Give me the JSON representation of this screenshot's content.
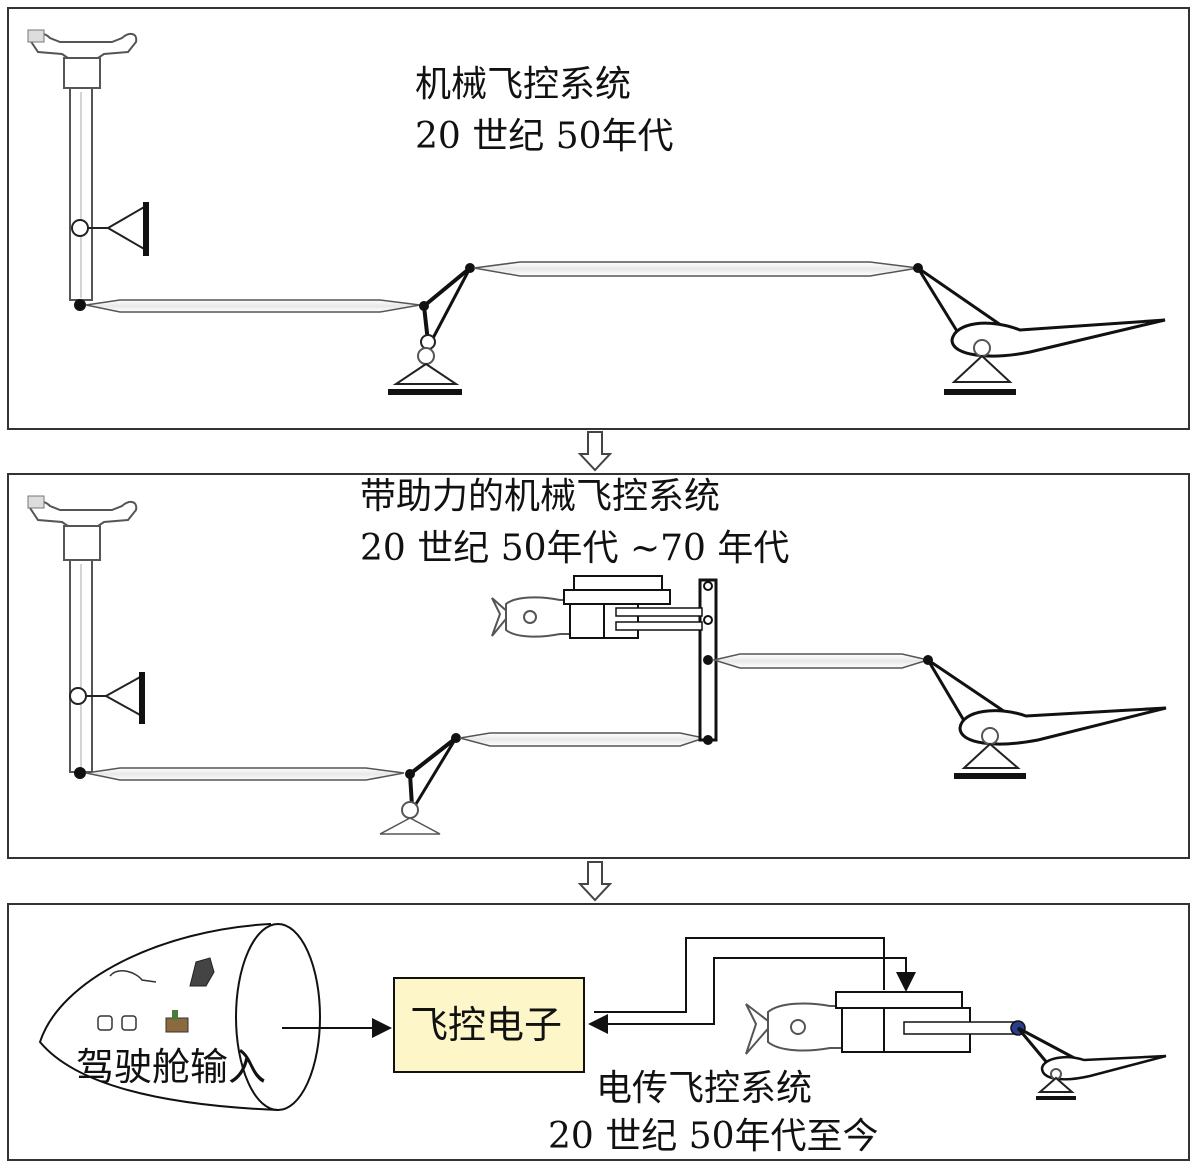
{
  "panels": [
    {
      "title": "机械飞控系统",
      "era": "20 世纪 50年代"
    },
    {
      "title": "带助力的机械飞控系统",
      "era": "20 世纪 50年代 ~70 年代"
    },
    {
      "title": "电传飞控系统",
      "era": "20 世纪 50年代至今",
      "cockpit_label": "驾驶舱输入",
      "fcc_label": "飞控电子"
    }
  ],
  "colors": {
    "frame": "#333333",
    "fcc_fill": "#fdf6c8",
    "line": "#111111",
    "rod": "#f4f4f4"
  }
}
